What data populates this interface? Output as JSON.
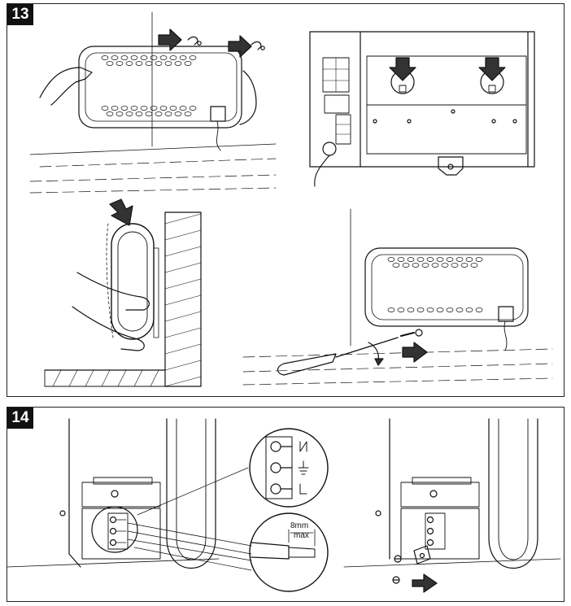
{
  "steps": {
    "step13_number": "13",
    "step14_number": "14"
  },
  "labels": {
    "wire_strip_length": "8mm",
    "wire_strip_max": "max"
  },
  "colors": {
    "ink": "#111111",
    "arrow_fill": "#333333",
    "step_badge": "#111111"
  }
}
